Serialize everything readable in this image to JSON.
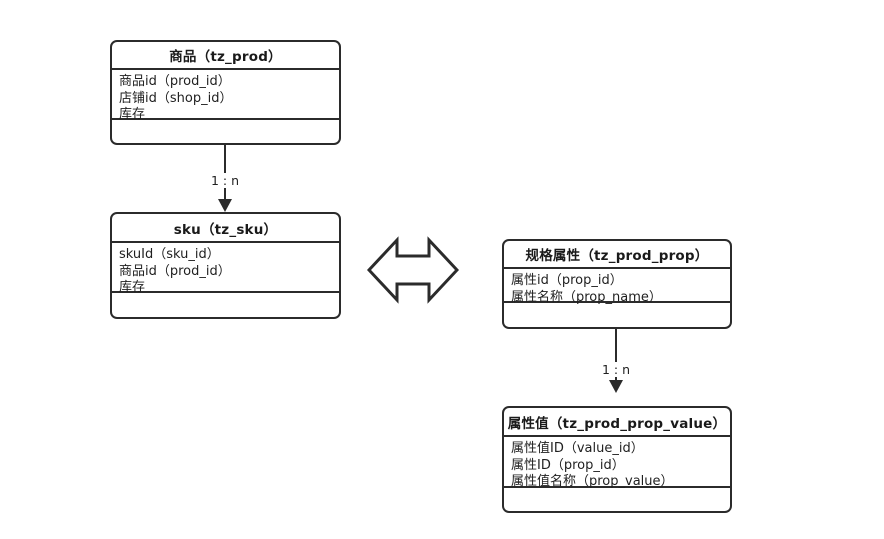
{
  "diagram": {
    "title": "",
    "background_color": "#ffffff",
    "line_color": "#2b2b2b",
    "text_color": "#1f1f1f"
  },
  "entities": [
    {
      "id": "tz_prod",
      "title": "商品（tz_prod）",
      "attributes": [
        "商品id（prod_id）",
        "店铺id（shop_id）",
        "库存"
      ],
      "methods": []
    },
    {
      "id": "tz_sku",
      "title": "sku（tz_sku）",
      "attributes": [
        "skuId（sku_id）",
        "商品id（prod_id）",
        "库存"
      ],
      "methods": []
    },
    {
      "id": "tz_prod_prop",
      "title": "规格属性（tz_prod_prop）",
      "attributes": [
        "属性id（prop_id）",
        "属性名称（prop_name）"
      ],
      "methods": []
    },
    {
      "id": "tz_prod_prop_value",
      "title": "属性值（tz_prod_prop_value）",
      "attributes": [
        "属性值ID（value_id）",
        "属性ID（prop_id）",
        "属性值名称（prop_value）"
      ],
      "methods": []
    }
  ],
  "connectors": [
    {
      "id": "prod-to-sku",
      "label": "1 : n",
      "from": "tz_prod",
      "to": "tz_sku",
      "icon": "down-arrow-icon"
    },
    {
      "id": "prop-to-prop-value",
      "label": "1 : n",
      "from": "tz_prod_prop",
      "to": "tz_prod_prop_value",
      "icon": "down-arrow-icon"
    }
  ],
  "relation_symbol": {
    "id": "sku-prop-relation",
    "icon": "bidirectional-arrow-icon",
    "label": ""
  }
}
